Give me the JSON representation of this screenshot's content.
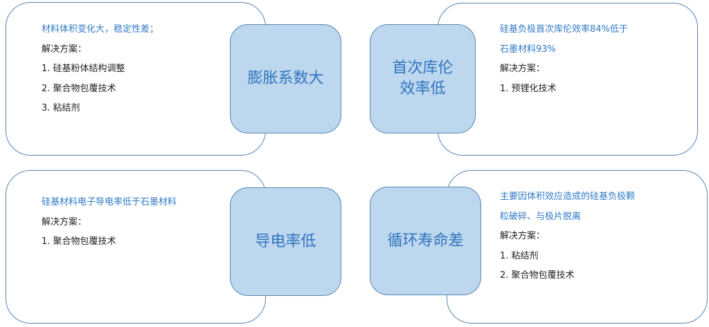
{
  "colors": {
    "accent_text": "#2f7ac6",
    "box_fill": "#bdd7ee",
    "border": "#5a85b0"
  },
  "cards": [
    {
      "title_lines": [
        "膨胀系数大"
      ],
      "problem_lines": [
        "材料体积变化大，稳定性差；"
      ],
      "solution_label": "解决方案：",
      "solutions": [
        "1. 硅基粉体结构调整",
        "2. 聚合物包覆技术",
        "3. 粘结剂"
      ]
    },
    {
      "title_lines": [
        "首次库伦",
        "效率低"
      ],
      "problem_lines": [
        "硅基负极首次库伦效率84%低于",
        "石墨材料93%"
      ],
      "solution_label": "解决方案：",
      "solutions": [
        "1. 预锂化技术"
      ]
    },
    {
      "title_lines": [
        "导电率低"
      ],
      "problem_lines": [
        "硅基材料电子导电率低于石墨材料"
      ],
      "solution_label": "解决方案：",
      "solutions": [
        "1. 聚合物包覆技术"
      ]
    },
    {
      "title_lines": [
        "循环寿命差"
      ],
      "problem_lines": [
        "主要因体积效应造成的硅基负极颗",
        "粒破碎、与极片脱离"
      ],
      "solution_label": "解决方案：",
      "solutions": [
        "1. 粘结剂",
        "2. 聚合物包覆技术"
      ]
    }
  ]
}
